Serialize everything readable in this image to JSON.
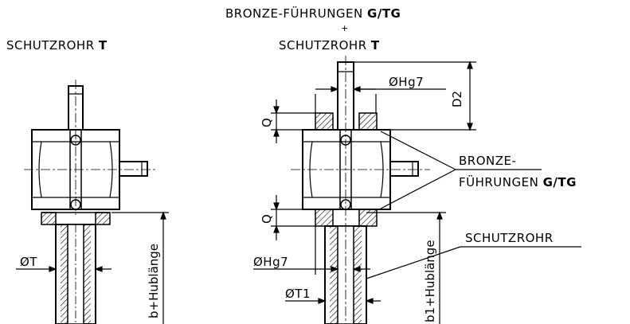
{
  "header": {
    "top_line_text": "BRONZE-FÜHRUNGEN",
    "top_line_bold": "G/TG",
    "plus": "+",
    "second_line_text": "SCHUTZROHR",
    "second_line_bold": "T"
  },
  "left_view": {
    "title_text": "SCHUTZROHR",
    "title_bold": "T",
    "dim_diameter": "ØT",
    "dim_length": "b+Hublänge"
  },
  "right_view": {
    "dim_shaft": "ØHg7",
    "dim_d2": "D2",
    "dim_q_top": "Q",
    "dim_q_bottom": "Q",
    "dim_shaft_bottom": "ØHg7",
    "dim_diameter": "ØT1",
    "dim_length": "b1+Hublänge",
    "callout_bronze_line1": "BRONZE-",
    "callout_bronze_line2": "FÜHRUNGEN",
    "callout_bronze_bold": "G/TG",
    "callout_schutzrohr": "SCHUTZROHR"
  }
}
